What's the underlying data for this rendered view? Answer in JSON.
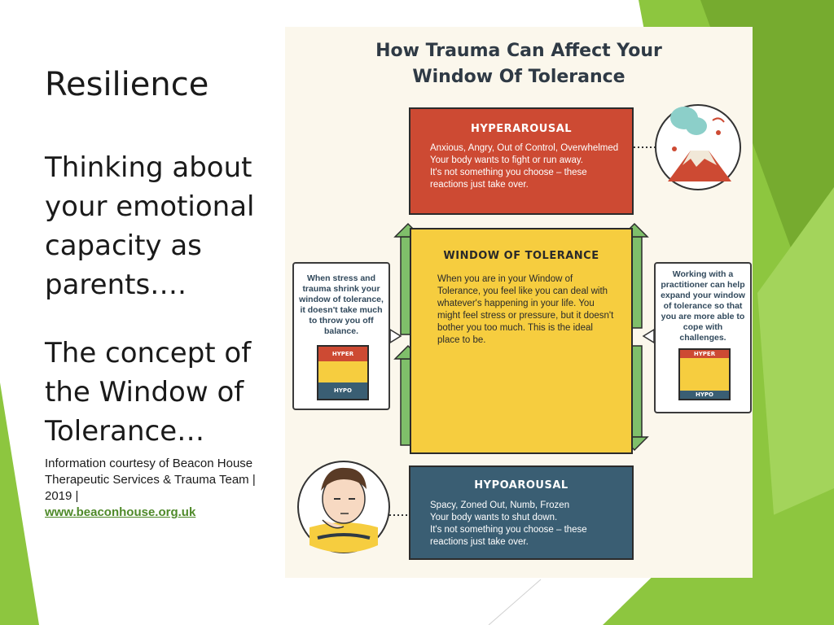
{
  "slide": {
    "title": "Resilience",
    "paragraph1": "Thinking about your emotional capacity as parents….",
    "paragraph2": "The concept of the Window of Tolerance…",
    "credit_line1": "Information courtesy of Beacon House Therapeutic Services & Trauma Team | 2019 |",
    "credit_link": "www.beaconhouse.org.uk"
  },
  "infographic": {
    "title_line1": "How Trauma Can Affect Your",
    "title_line2": "Window Of Tolerance",
    "hyperarousal": {
      "heading": "HYPERAROUSAL",
      "text": "Anxious, Angry, Out of Control, Overwhelmed\nYour body wants to fight or run away.\nIt's not something you choose – these reactions just take over."
    },
    "window": {
      "heading": "WINDOW OF TOLERANCE",
      "text": "When you are in your Window of Tolerance, you feel like you can deal with whatever's happening in your life.  You might feel stress or pressure, but it doesn't bother you too much. This is the ideal place to be."
    },
    "hypoarousal": {
      "heading": "HYPOAROUSAL",
      "text": "Spacy, Zoned Out, Numb, Frozen\nYour body wants to shut down.\nIt's not something you choose – these reactions just take over."
    },
    "left_note": "When stress and trauma shrink your window of tolerance, it doesn't take much to throw you off balance.",
    "right_note": "Working with a practitioner can help expand your window of tolerance so that you are more able to cope with challenges.",
    "mini_hyper": "HYPER",
    "mini_hypo": "HYPO"
  },
  "colors": {
    "hyper": "#cd4a33",
    "window": "#f6cd3f",
    "hypo": "#3a5e73",
    "arrow_green": "#7fbf6a",
    "background_green": "#8dc63f"
  }
}
